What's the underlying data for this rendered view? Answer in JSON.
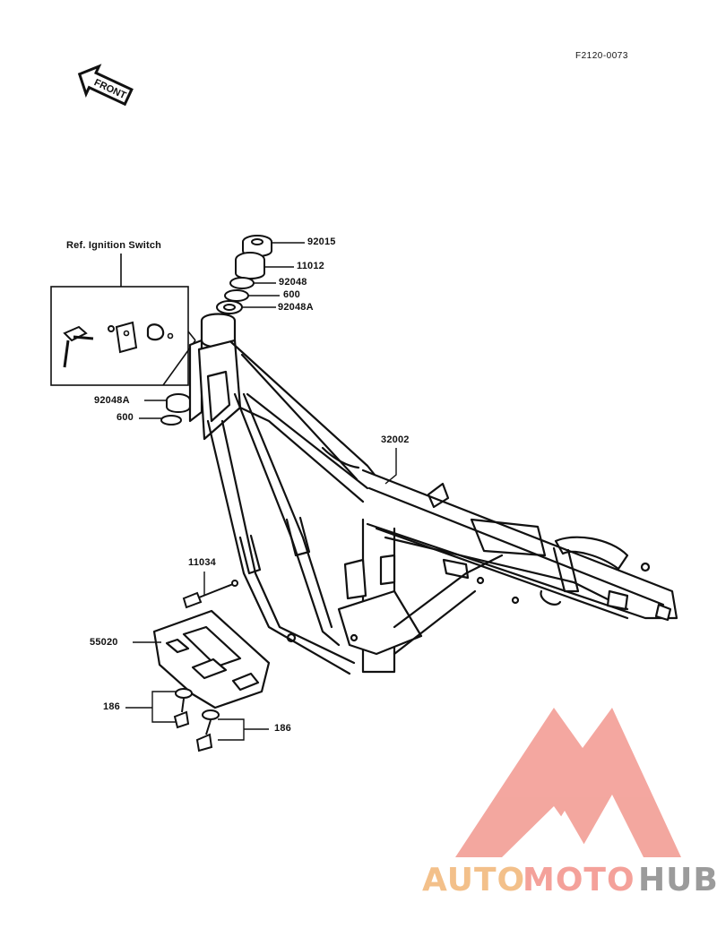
{
  "diagram": {
    "code": "F2120-0073",
    "front_label": "FRONT",
    "ref_box_title": "Ref. Ignition Switch",
    "parts": [
      {
        "number": "92015"
      },
      {
        "number": "11012"
      },
      {
        "number": "92048"
      },
      {
        "number": "600"
      },
      {
        "number": "92048A"
      },
      {
        "number": "92048A"
      },
      {
        "number": "600"
      },
      {
        "number": "32002"
      },
      {
        "number": "11034"
      },
      {
        "number": "55020"
      },
      {
        "number": "186"
      },
      {
        "number": "186"
      }
    ]
  },
  "watermark": {
    "part1": "AUTO",
    "part2": "MOTO",
    "part3": "HUB",
    "colors": {
      "auto": "#f3c08a",
      "moto": "#f4a19a",
      "hub": "#9b9b9b",
      "triangle": "#f08a80"
    }
  }
}
